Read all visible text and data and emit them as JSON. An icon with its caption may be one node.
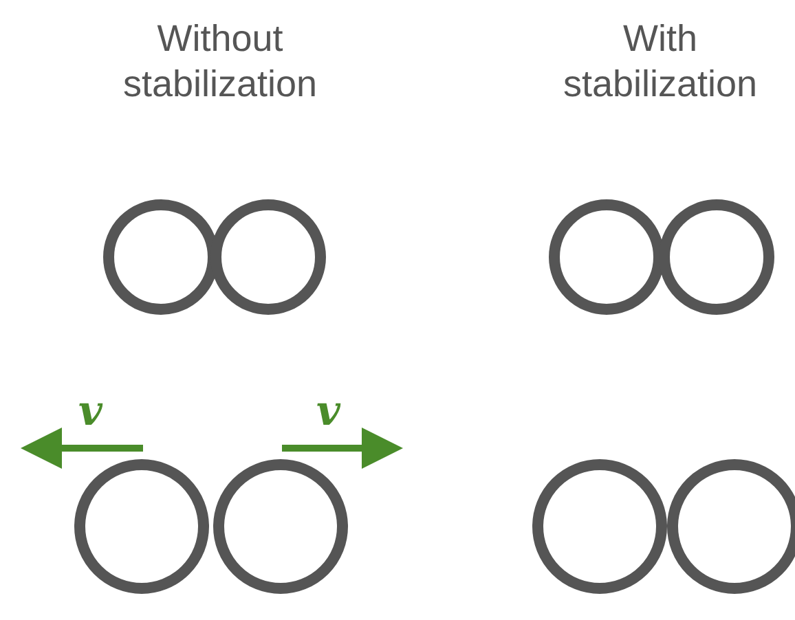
{
  "diagram": {
    "labels": [
      "Without stabilization",
      "With stabilization",
      "v",
      "v"
    ]
  }
}
